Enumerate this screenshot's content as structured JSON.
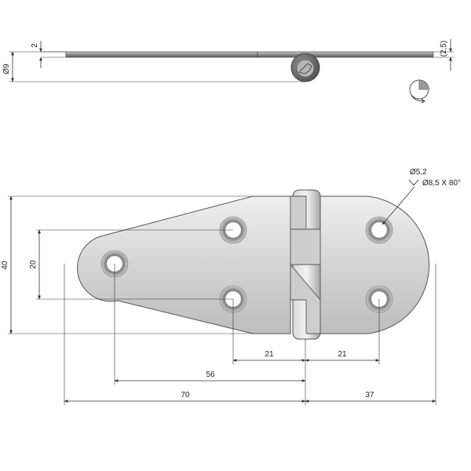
{
  "drawing": {
    "side_view": {
      "dim_thickness": "2",
      "dim_height": "Ø9",
      "dim_ref_thickness": "(2,5)"
    },
    "front_view": {
      "dim_total_height": "40",
      "dim_hole_spacing_vertical": "20",
      "dim_left_hole_offset_a": "21",
      "dim_right_hole_offset_b": "21",
      "dim_hole_to_center": "56",
      "dim_left_length": "70",
      "dim_right_length": "37",
      "callout_hole_diameter": "Ø5,2",
      "callout_countersink": "Ø8,5 X 80°"
    },
    "colors": {
      "metal_light": "#e4e4e4",
      "metal_mid": "#c9c9c9",
      "metal_dark": "#8d8d8d",
      "line": "#333333"
    },
    "icons": [
      "rotation-arrow-icon"
    ]
  }
}
